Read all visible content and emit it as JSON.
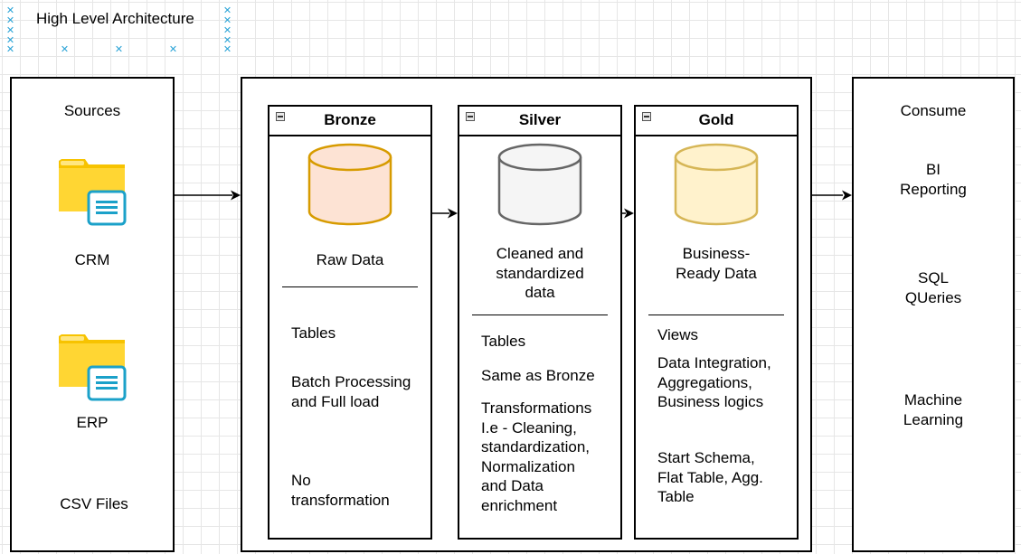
{
  "title": "High Level Architecture",
  "sources": {
    "header": "Sources",
    "items": [
      {
        "label": "CRM",
        "icon": "folder-document-icon"
      },
      {
        "label": "ERP",
        "icon": "folder-document-icon"
      },
      {
        "label": "CSV Files"
      }
    ]
  },
  "bronze": {
    "title": "Bronze",
    "caption": "Raw Data",
    "details": [
      "Tables",
      "Batch Processing and Full load",
      "No transformation"
    ],
    "cylinder_fill": "#fde3d4",
    "cylinder_stroke": "#d79b00"
  },
  "silver": {
    "title": "Silver",
    "caption": "Cleaned and standardized data",
    "details": [
      "Tables",
      "Same as Bronze",
      "Transformations I.e - Cleaning, standardization, Normalization and Data enrichment"
    ],
    "cylinder_fill": "#f5f5f5",
    "cylinder_stroke": "#666666"
  },
  "gold": {
    "title": "Gold",
    "caption": "Business-Ready Data",
    "details": [
      "Views",
      "Data Integration, Aggregations, Business logics",
      "Start Schema, Flat Table, Agg. Table"
    ],
    "cylinder_fill": "#fff2cc",
    "cylinder_stroke": "#d6b656"
  },
  "consume": {
    "header": "Consume",
    "items": [
      "BI Reporting",
      "SQL QUeries",
      "Machine Learning"
    ]
  }
}
